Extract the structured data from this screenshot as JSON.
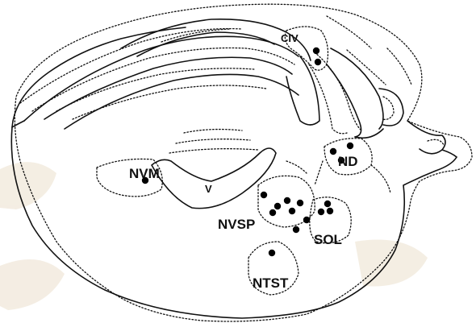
{
  "figure": {
    "labels": {
      "civ": "CIV",
      "ventricle": "V",
      "nvm": "NVM",
      "nd": "ND",
      "nvsp": "NVSP",
      "sol": "SOL",
      "ntst": "NTST"
    },
    "colors": {
      "ink": "#111111",
      "background": "#ffffff",
      "watermark": "#f3ece0"
    }
  }
}
